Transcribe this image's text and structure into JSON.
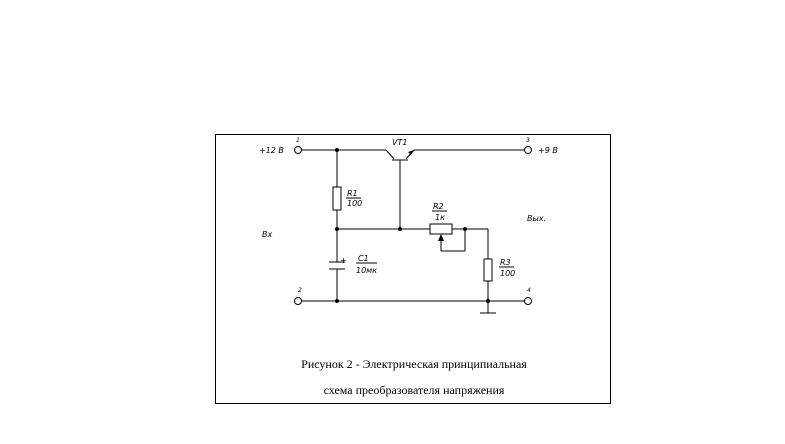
{
  "labels": {
    "input_voltage": "+12 В",
    "output_voltage": "+9 В",
    "input_side": "Вх",
    "output_side": "Вых.",
    "term_in_top": "1",
    "term_out_top": "3",
    "term_in_bottom": "2",
    "term_out_bottom": "4"
  },
  "components": {
    "transistor": {
      "ref": "VT1"
    },
    "r1": {
      "ref": "R1",
      "value": "100"
    },
    "r2": {
      "ref": "R2",
      "value": "1к"
    },
    "r3": {
      "ref": "R3",
      "value": "100"
    },
    "c1": {
      "ref": "C1",
      "value": "10мк",
      "polarity": "+"
    }
  },
  "caption": {
    "line1": "Рисунок 2 - Электрическая принципиальная",
    "line2": "схема преобразователя напряжения"
  }
}
